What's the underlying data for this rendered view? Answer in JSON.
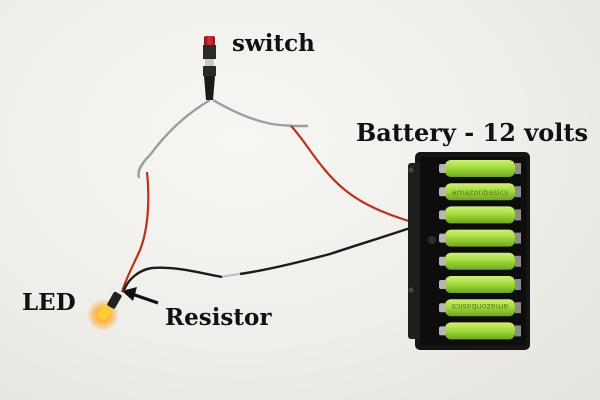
{
  "labels": {
    "switch": "switch",
    "battery": "Battery - 12 volts",
    "led": "LED",
    "resistor": "Resistor"
  },
  "battery_label_text": "amazonbasics",
  "colors": {
    "background": "#efeeea",
    "wire_red": "#b8321e",
    "wire_black": "#1c1c1c",
    "wire_gray": "#9a9da2",
    "battery_cell": "#a4dc3c",
    "battery_holder": "#151515",
    "led_glow": "#ffb020",
    "switch_cap": "#c8202a"
  }
}
